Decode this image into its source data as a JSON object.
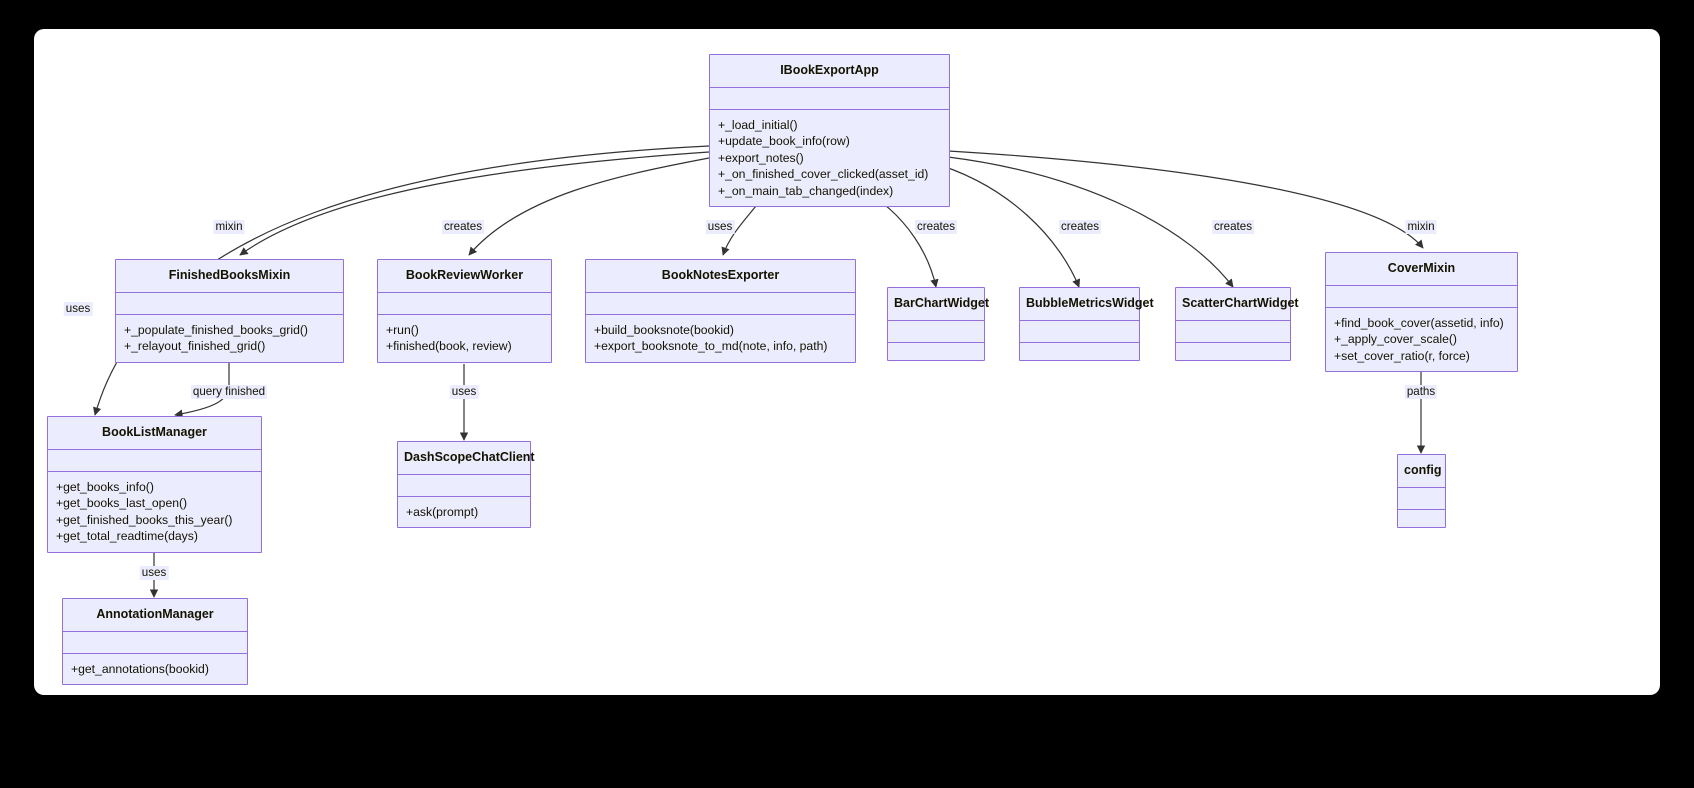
{
  "diagram": {
    "type": "uml-class-diagram",
    "background_color": "#000000",
    "surface_color": "#ffffff",
    "node_fill": "#ececff",
    "node_border": "#9370db",
    "edge_color": "#333333",
    "classes": [
      {
        "id": "IBookExportApp",
        "name": "IBookExportApp",
        "attributes": [],
        "methods": [
          "+_load_initial()",
          "+update_book_info(row)",
          "+export_notes()",
          "+_on_finished_cover_clicked(asset_id)",
          "+_on_main_tab_changed(index)"
        ]
      },
      {
        "id": "FinishedBooksMixin",
        "name": "FinishedBooksMixin",
        "attributes": [],
        "methods": [
          "+_populate_finished_books_grid()",
          "+_relayout_finished_grid()"
        ]
      },
      {
        "id": "BookReviewWorker",
        "name": "BookReviewWorker",
        "attributes": [],
        "methods": [
          "+run()",
          "+finished(book, review)"
        ]
      },
      {
        "id": "BookNotesExporter",
        "name": "BookNotesExporter",
        "attributes": [],
        "methods": [
          "+build_booksnote(bookid)",
          "+export_booksnote_to_md(note, info, path)"
        ]
      },
      {
        "id": "BarChartWidget",
        "name": "BarChartWidget",
        "attributes": [],
        "methods": []
      },
      {
        "id": "BubbleMetricsWidget",
        "name": "BubbleMetricsWidget",
        "attributes": [],
        "methods": []
      },
      {
        "id": "ScatterChartWidget",
        "name": "ScatterChartWidget",
        "attributes": [],
        "methods": []
      },
      {
        "id": "CoverMixin",
        "name": "CoverMixin",
        "attributes": [],
        "methods": [
          "+find_book_cover(assetid, info)",
          "+_apply_cover_scale()",
          "+set_cover_ratio(r, force)"
        ]
      },
      {
        "id": "BookListManager",
        "name": "BookListManager",
        "attributes": [],
        "methods": [
          "+get_books_info()",
          "+get_books_last_open()",
          "+get_finished_books_this_year()",
          "+get_total_readtime(days)"
        ]
      },
      {
        "id": "DashScopeChatClient",
        "name": "DashScopeChatClient",
        "attributes": [],
        "methods": [
          "+ask(prompt)"
        ]
      },
      {
        "id": "AnnotationManager",
        "name": "AnnotationManager",
        "attributes": [],
        "methods": [
          "+get_annotations(bookid)"
        ]
      },
      {
        "id": "config",
        "name": "config",
        "attributes": [],
        "methods": []
      }
    ],
    "edges": [
      {
        "id": "e1",
        "from": "IBookExportApp",
        "to": "FinishedBooksMixin",
        "label": "mixin"
      },
      {
        "id": "e2",
        "from": "IBookExportApp",
        "to": "BookReviewWorker",
        "label": "creates"
      },
      {
        "id": "e3",
        "from": "IBookExportApp",
        "to": "BookNotesExporter",
        "label": "uses"
      },
      {
        "id": "e4",
        "from": "IBookExportApp",
        "to": "BarChartWidget",
        "label": "creates"
      },
      {
        "id": "e5",
        "from": "IBookExportApp",
        "to": "BubbleMetricsWidget",
        "label": "creates"
      },
      {
        "id": "e6",
        "from": "IBookExportApp",
        "to": "ScatterChartWidget",
        "label": "creates"
      },
      {
        "id": "e7",
        "from": "IBookExportApp",
        "to": "CoverMixin",
        "label": "mixin"
      },
      {
        "id": "e8",
        "from": "IBookExportApp",
        "to": "BookListManager",
        "label": "uses"
      },
      {
        "id": "e9",
        "from": "FinishedBooksMixin",
        "to": "BookListManager",
        "label": "query finished"
      },
      {
        "id": "e10",
        "from": "BookReviewWorker",
        "to": "DashScopeChatClient",
        "label": "uses"
      },
      {
        "id": "e11",
        "from": "BookListManager",
        "to": "AnnotationManager",
        "label": "uses"
      },
      {
        "id": "e12",
        "from": "CoverMixin",
        "to": "config",
        "label": "paths"
      }
    ]
  }
}
